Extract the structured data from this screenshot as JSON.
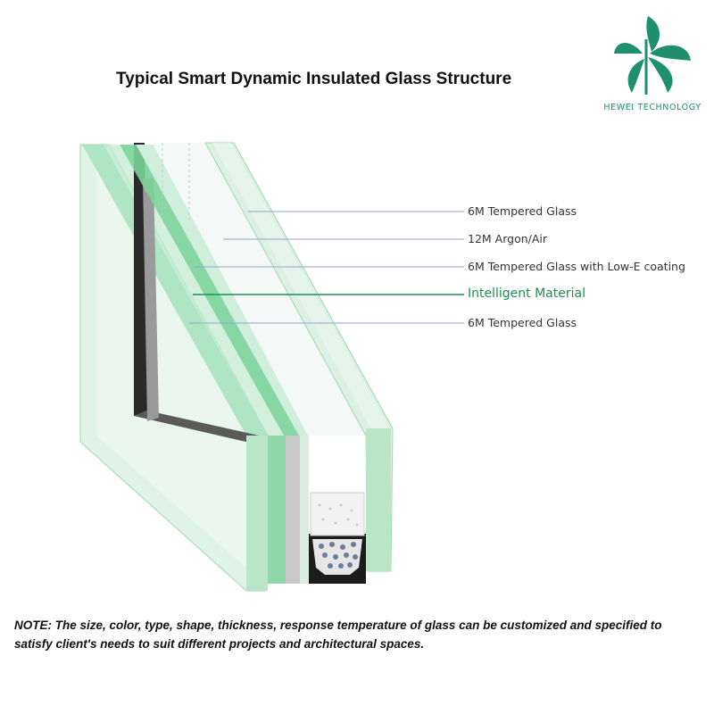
{
  "title": "Typical Smart Dynamic Insulated Glass Structure",
  "brand": {
    "name": "HEWEI TECHNOLOGY",
    "logo_icon": "leaf-b-logo-icon",
    "color": "#1f8f6f",
    "text_color": "#1f8f6f"
  },
  "layers": [
    {
      "label": "6M Tempered Glass",
      "highlight": false
    },
    {
      "label": "12M Argon/Air",
      "highlight": false
    },
    {
      "label": "6M Tempered Glass with Low-E coating",
      "highlight": false
    },
    {
      "label": "Intelligent Material",
      "highlight": true
    },
    {
      "label": "6M Tempered Glass",
      "highlight": false
    }
  ],
  "colors": {
    "glass": "#bfe8cc",
    "glass_edge": "#8fd6aa",
    "leader_line": "#8fa6c8",
    "highlight": "#1f8f4f",
    "spacer": "#1c1c1c"
  },
  "note": "NOTE: The size, color, type, shape, thickness, response temperature of glass can be customized and specified to satisfy client's needs to suit different projects and architectural spaces."
}
